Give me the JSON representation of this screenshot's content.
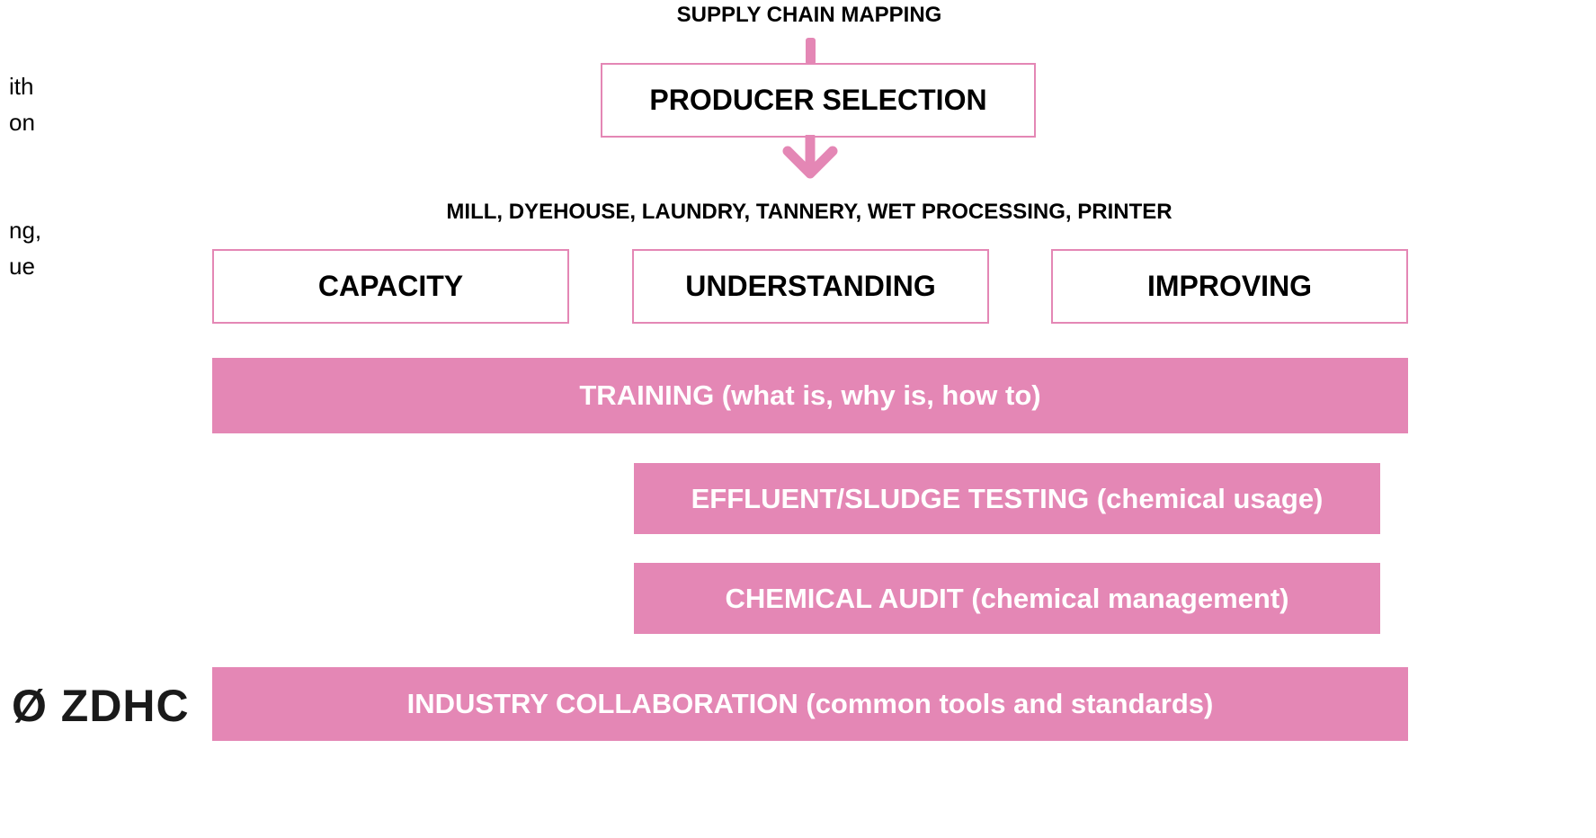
{
  "colors": {
    "accent": "#E487B5",
    "bar_text": "#FFFFFF",
    "text": "#000000"
  },
  "left_fragments": [
    "ith",
    "on",
    "ng,",
    "ue"
  ],
  "top_label": "SUPPLY CHAIN MAPPING",
  "producer_selection": "PRODUCER SELECTION",
  "processors_label": "MILL, DYEHOUSE, LAUNDRY, TANNERY,  WET PROCESSING, PRINTER",
  "pillars": [
    "CAPACITY",
    "UNDERSTANDING",
    "IMPROVING"
  ],
  "bars": {
    "training": "TRAINING (what is, why is, how to)",
    "effluent": "EFFLUENT/SLUDGE TESTING (chemical usage)",
    "chemical_audit": "CHEMICAL AUDIT (chemical management)",
    "industry": "INDUSTRY COLLABORATION (common tools and standards)"
  },
  "logo": "Ø ZDHC"
}
